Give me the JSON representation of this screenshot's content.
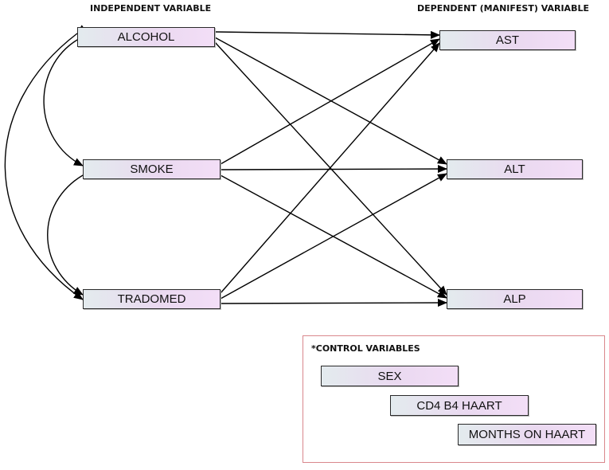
{
  "headings": {
    "independent": "INDEPENDENT VARIABLE",
    "dependent": "DEPENDENT (MANIFEST) VARIABLE"
  },
  "independent_vars": [
    "ALCOHOL",
    "SMOKE",
    "TRADOMED"
  ],
  "dependent_vars": [
    "AST",
    "ALT",
    "ALP"
  ],
  "control": {
    "title": "*CONTROL VARIABLES",
    "vars": [
      "SEX",
      "CD4 B4 HAART",
      "MONTHS ON HAART"
    ]
  },
  "paths": [
    {
      "from": "ALCOHOL",
      "to": "AST"
    },
    {
      "from": "ALCOHOL",
      "to": "ALT"
    },
    {
      "from": "ALCOHOL",
      "to": "ALP"
    },
    {
      "from": "SMOKE",
      "to": "AST"
    },
    {
      "from": "SMOKE",
      "to": "ALT"
    },
    {
      "from": "SMOKE",
      "to": "ALP"
    },
    {
      "from": "TRADOMED",
      "to": "AST"
    },
    {
      "from": "TRADOMED",
      "to": "ALT"
    },
    {
      "from": "TRADOMED",
      "to": "ALP"
    }
  ],
  "correlations": [
    {
      "a": "ALCOHOL",
      "b": "SMOKE"
    },
    {
      "a": "SMOKE",
      "b": "TRADOMED"
    },
    {
      "a": "ALCOHOL",
      "b": "TRADOMED"
    }
  ],
  "colors": {
    "line": "#000000",
    "box_border": "#2a2a2a",
    "box_fill_left": "#e3ebee",
    "box_fill_right": "#f3def7",
    "control_border": "#d9878c"
  }
}
